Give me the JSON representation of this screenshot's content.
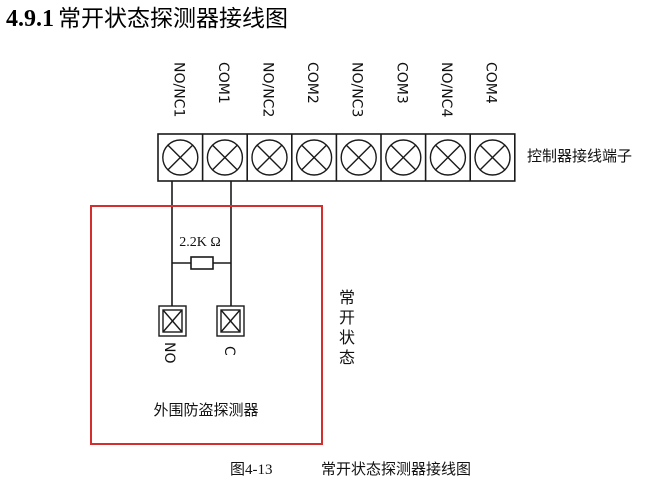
{
  "heading": {
    "number": "4.9.1",
    "title": "常开状态探测器接线图"
  },
  "terminal_block": {
    "labels": [
      "NO/NC1",
      "COM1",
      "NO/NC2",
      "COM2",
      "NO/NC3",
      "COM3",
      "NO/NC4",
      "COM4"
    ],
    "caption": "控制器接线端子"
  },
  "detector": {
    "resistor_label": "2.2K Ω",
    "terminal_labels": [
      "NO",
      "C"
    ],
    "name": "外围防盗探测器",
    "state_label": "常开状态"
  },
  "figure_caption": {
    "number": "图4-13",
    "title": "常开状态探测器接线图"
  },
  "colors": {
    "line": "#1a1a1a",
    "box": "#d32f2f",
    "text": "#111111"
  }
}
